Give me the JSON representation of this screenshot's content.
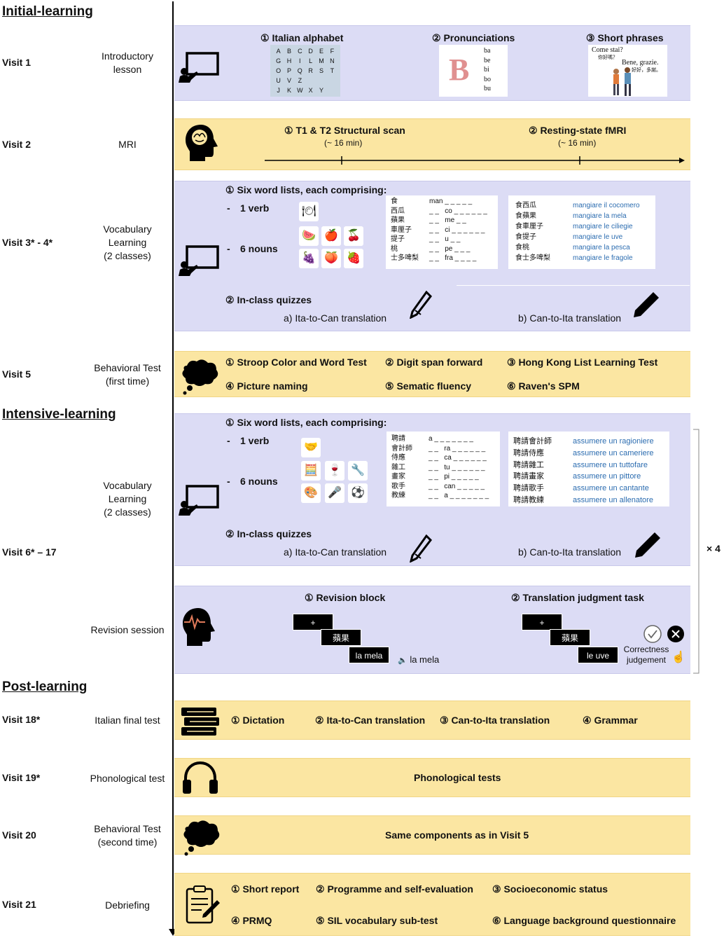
{
  "sections": {
    "initial": "Initial-learning",
    "intensive": "Intensive-learning",
    "post": "Post-learning"
  },
  "visits": {
    "v1": {
      "label": "Visit 1",
      "desc1": "Introductory",
      "desc2": "lesson",
      "items": [
        "① Italian alphabet",
        "② Pronunciations",
        "③ Short phrases"
      ],
      "alphabet": [
        [
          "A",
          "B",
          "C",
          "D",
          "E",
          "F"
        ],
        [
          "G",
          "H",
          "I",
          "L",
          "M",
          "N"
        ],
        [
          "O",
          "P",
          "Q",
          "R",
          "S",
          "T"
        ],
        [
          "U",
          "V",
          "Z",
          "",
          "",
          ""
        ],
        [
          "J",
          "K",
          "W",
          "X",
          "Y",
          ""
        ]
      ],
      "pron_letter": "B",
      "pron_syllables": [
        "ba",
        "be",
        "bi",
        "bo",
        "bu"
      ],
      "phrase1": "Come stai?",
      "phrase1_cn": "你好嗎？",
      "phrase2": "Bene, grazie.",
      "phrase2_cn": "好好，多謝。"
    },
    "v2": {
      "label": "Visit 2",
      "desc": "MRI",
      "scan1": "① T1 & T2 Structural scan",
      "scan1_time": "(~ 16 min)",
      "scan2": "② Resting-state fMRI",
      "scan2_time": "(~ 16 min)"
    },
    "v34": {
      "label": "Visit 3* - 4*",
      "desc1": "Vocabulary",
      "desc2": "Learning",
      "desc3": "(2 classes)",
      "lists": "① Six word lists, each comprising:",
      "verb": "1 verb",
      "nouns": "6 nouns",
      "dash": "-",
      "cn_words": "食\n西瓜\n蘋果\n車厘子\n提子\n桃\n士多啤梨",
      "blanks": "man _ _ _ _ _\n_ _   co _ _ _ _ _ _\n_ _   me _ _\n_ _   ci _ _ _ _ _ _\n_ _   u _ _\n_ _   pe _ _ _\n_ _   fra _ _ _ _",
      "cn_phrases": "食西瓜\n食蘋果\n食車厘子\n食提子\n食桃\n食士多啤梨",
      "it_phrases": "mangiare il cocomero\nmangiare la mela\nmangiare le ciliegie\nmangiare le uve\nmangiare la pesca\nmangiare le fragole",
      "quiz": "② In-class quizzes",
      "quiz_a": "a)  Ita-to-Can translation",
      "quiz_b": "b) Can-to-Ita translation"
    },
    "v5": {
      "label": "Visit 5",
      "desc1": "Behavioral Test",
      "desc2": "(first time)",
      "tests": [
        "① Stroop Color and Word Test",
        "② Digit span forward",
        "③ Hong Kong List Learning Test",
        "④ Picture naming",
        "⑤ Sematic fluency",
        "⑥ Raven's SPM"
      ]
    },
    "v617": {
      "label": "Visit 6* – 17",
      "desc1": "Vocabulary",
      "desc2": "Learning",
      "desc3": "(2 classes)",
      "lists": "① Six word lists, each comprising:",
      "verb": "1 verb",
      "nouns": "6 nouns",
      "dash": "-",
      "cn_words": "聘請\n會計師\n侍應\n雜工\n畫家\n歌手\n教練",
      "blanks": "a _ _ _ _ _ _ _\n_ _   ra _ _ _ _ _ _\n_ _   ca _ _ _ _ _ _\n_ _   tu _ _ _ _ _ _\n_ _   pi _ _ _ _ _\n_ _   can _ _ _ _ _\n_ _   a _ _ _ _ _ _ _",
      "cn_phrases": "聘請會計師\n聘請侍應\n聘請雜工\n聘請畫家\n聘請歌手\n聘請教練",
      "it_phrases": "assumere un ragioniere\nassumere un cameriere\nassumere un tuttofare\nassumere un pittore\nassumere un cantante\nassumere un allenatore",
      "quiz": "② In-class quizzes",
      "quiz_a": "a) Ita-to-Can translation",
      "quiz_b": "b) Can-to-Ita translation",
      "repeat": "× 4",
      "revision_desc": "Revision session",
      "revision": "① Revision block",
      "judgment": "② Translation judgment task",
      "plus": "+",
      "cn_apple": "蘋果",
      "it_apple": "la mela",
      "audio": "la mela",
      "cn_grape": "蘋果",
      "it_grape": "le uve",
      "correct1": "Correctness",
      "correct2": "judgement"
    },
    "v18": {
      "label": "Visit 18*",
      "desc": "Italian final test",
      "items": [
        "① Dictation",
        "② Ita-to-Can translation",
        "③ Can-to-Ita translation",
        "④ Grammar"
      ]
    },
    "v19": {
      "label": "Visit 19*",
      "desc": "Phonological test",
      "content": "Phonological tests"
    },
    "v20": {
      "label": "Visit 20",
      "desc1": "Behavioral Test",
      "desc2": "(second time)",
      "content": "Same components as in Visit 5"
    },
    "v21": {
      "label": "Visit 21",
      "desc": "Debriefing",
      "items": [
        "① Short report",
        "② Programme and self-evaluation",
        "③ Socioeconomic status",
        "④ PRMQ",
        "⑤ SIL vocabulary sub-test",
        "⑥ Language background questionnaire"
      ]
    }
  },
  "colors": {
    "blue_band": "#dcdcf5",
    "yellow_band": "#fbe6a2",
    "it_text": "#2b6cb0"
  }
}
